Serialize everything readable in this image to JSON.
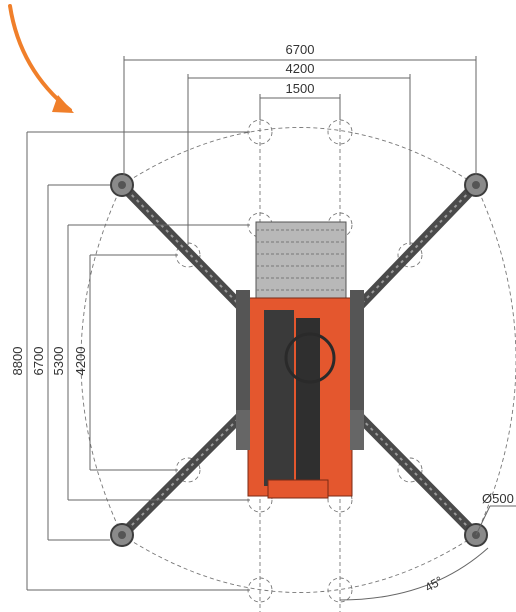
{
  "colors": {
    "machine_orange": "#e4572e",
    "arrow_orange": "#f07f2a",
    "outrigger_dark": "#4a4a4a",
    "dimension_line": "#666666",
    "text": "#333333"
  },
  "icons": {
    "arrow": "curved-arrow-icon",
    "pad": "outrigger-pad-icon"
  },
  "dimensions": {
    "width_outer": "6700",
    "width_middle": "4200",
    "width_inner": "1500",
    "length_outer": "8800",
    "length_second": "6700",
    "length_third": "5300",
    "length_inner": "4200",
    "pad_diameter": "Ø500",
    "angle": "45°"
  }
}
